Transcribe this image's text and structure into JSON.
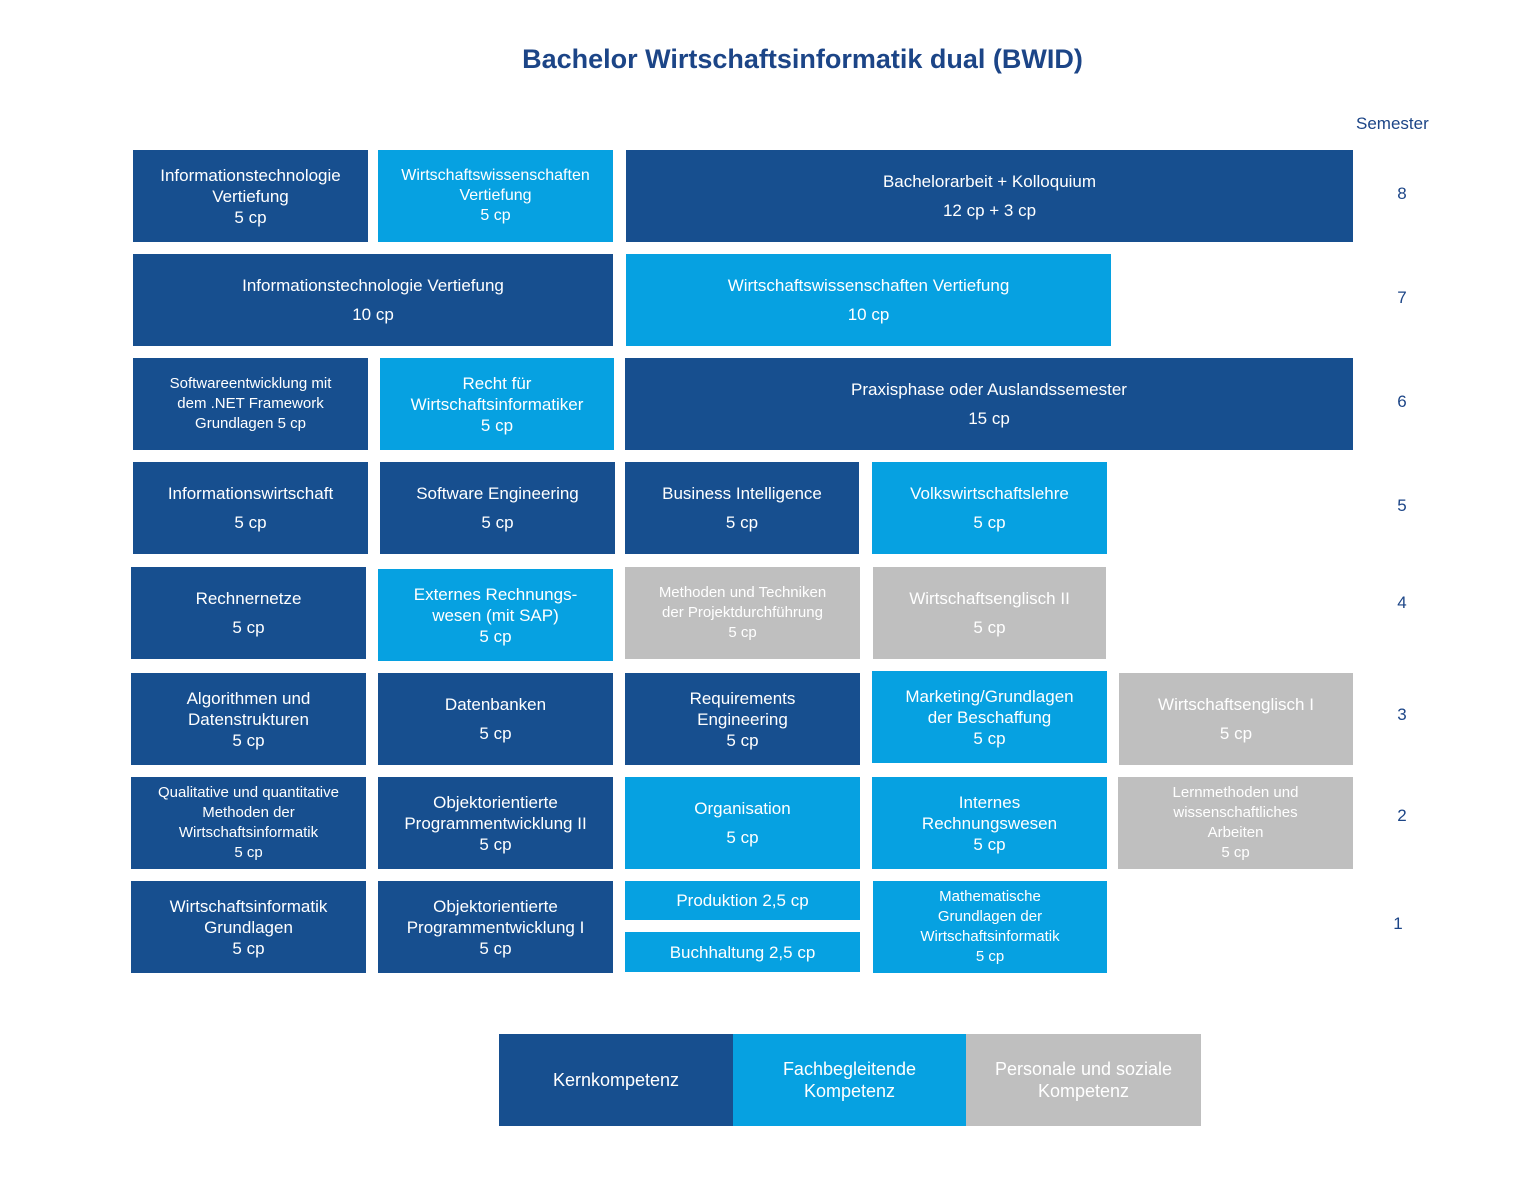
{
  "title": "Bachelor Wirtschaftsinformatik dual (BWID)",
  "semester_header": "Semester",
  "colors": {
    "kern": "#174f8f",
    "fach": "#06a1e1",
    "personal": "#bfbfbf",
    "title": "#1c4587"
  },
  "semesters": [
    "8",
    "7",
    "6",
    "5",
    "4",
    "3",
    "2",
    "1"
  ],
  "modules": {
    "s8": [
      {
        "name": "Informationstechnologie\nVertiefung",
        "cp": "5 cp",
        "type": "kern"
      },
      {
        "name": "Wirtschaftswissenschaften\nVertiefung",
        "cp": "5 cp",
        "type": "fach"
      },
      {
        "name": "Bachelorarbeit + Kolloquium",
        "cp": "12 cp + 3 cp",
        "type": "kern"
      }
    ],
    "s7": [
      {
        "name": "Informationstechnologie Vertiefung",
        "cp": "10 cp",
        "type": "kern"
      },
      {
        "name": "Wirtschaftswissenschaften Vertiefung",
        "cp": "10 cp",
        "type": "fach"
      }
    ],
    "s6": [
      {
        "name": "Softwareentwicklung mit\ndem .NET Framework\nGrundlagen  5 cp",
        "type": "kern"
      },
      {
        "name": "Recht für\nWirtschaftsinformatiker",
        "cp": "5 cp",
        "type": "fach"
      },
      {
        "name": "Praxisphase oder Auslandssemester",
        "cp": "15 cp",
        "type": "kern"
      }
    ],
    "s5": [
      {
        "name": "Informationswirtschaft",
        "cp": "5 cp",
        "type": "kern"
      },
      {
        "name": "Software Engineering",
        "cp": "5 cp",
        "type": "kern"
      },
      {
        "name": "Business Intelligence",
        "cp": "5 cp",
        "type": "kern"
      },
      {
        "name": "Volkswirtschaftslehre",
        "cp": "5 cp",
        "type": "fach"
      }
    ],
    "s4": [
      {
        "name": "Rechnernetze",
        "cp": "5 cp",
        "type": "kern"
      },
      {
        "name": "Externes Rechnungs-\nwesen (mit SAP)",
        "cp": "5 cp",
        "type": "fach"
      },
      {
        "name": "Methoden und Techniken\nder Projektdurchführung",
        "cp": "5 cp",
        "type": "personal"
      },
      {
        "name": "Wirtschaftsenglisch II",
        "cp": "5 cp",
        "type": "personal"
      }
    ],
    "s3": [
      {
        "name": "Algorithmen und\nDatenstrukturen",
        "cp": "5 cp",
        "type": "kern"
      },
      {
        "name": "Datenbanken",
        "cp": "5 cp",
        "type": "kern"
      },
      {
        "name": "Requirements\nEngineering",
        "cp": "5 cp",
        "type": "kern"
      },
      {
        "name": "Marketing/Grundlagen\nder Beschaffung",
        "cp": "5 cp",
        "type": "fach"
      },
      {
        "name": "Wirtschaftsenglisch I",
        "cp": "5 cp",
        "type": "personal"
      }
    ],
    "s2": [
      {
        "name": "Qualitative und quantitative\nMethoden der\nWirtschaftsinformatik",
        "cp": "5 cp",
        "type": "kern"
      },
      {
        "name": "Objektorientierte\nProgrammentwicklung II",
        "cp": "5 cp",
        "type": "kern"
      },
      {
        "name": "Organisation",
        "cp": "5 cp",
        "type": "fach"
      },
      {
        "name": "Internes\nRechnungswesen",
        "cp": "5 cp",
        "type": "fach"
      },
      {
        "name": "Lernmethoden und\nwissenschaftliches\nArbeiten",
        "cp": "5 cp",
        "type": "personal"
      }
    ],
    "s1": [
      {
        "name": "Wirtschaftsinformatik\nGrundlagen",
        "cp": "5 cp",
        "type": "kern"
      },
      {
        "name": "Objektorientierte\nProgrammentwicklung I",
        "cp": "5 cp",
        "type": "kern"
      },
      {
        "name": "Produktion 2,5 cp",
        "type": "fach"
      },
      {
        "name": "Buchhaltung 2,5 cp",
        "type": "fach"
      },
      {
        "name": "Mathematische\nGrundlagen der\nWirtschaftsinformatik",
        "cp": "5 cp",
        "type": "fach"
      }
    ]
  },
  "legend": [
    {
      "label": "Kernkompetenz",
      "type": "kern"
    },
    {
      "label": "Fachbegleitende\nKompetenz",
      "type": "fach"
    },
    {
      "label": "Personale und soziale\nKompetenz",
      "type": "personal"
    }
  ]
}
